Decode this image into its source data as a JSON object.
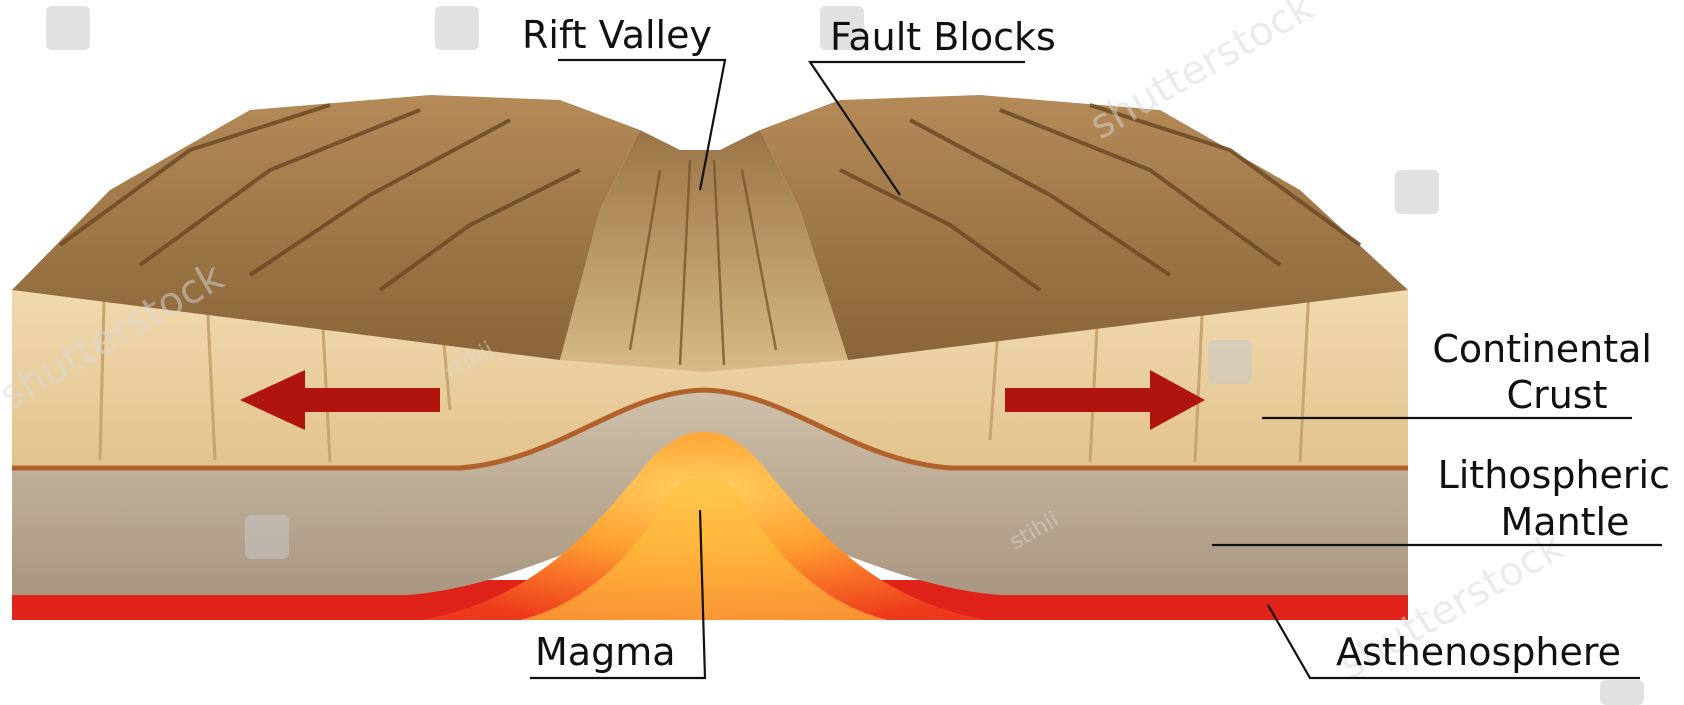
{
  "labels": {
    "rift_valley": "Rift Valley",
    "fault_blocks": "Fault Blocks",
    "continental_crust_line1": "Continental",
    "continental_crust_line2": "Crust",
    "lithospheric_mantle_line1": "Lithospheric",
    "lithospheric_mantle_line2": "Mantle",
    "magma": "Magma",
    "asthenosphere": "Asthenosphere"
  },
  "watermark": {
    "brand": "shutterstock",
    "author": "stihii"
  },
  "colors": {
    "crust_top": "#a67c4e",
    "crust_side": "#e9cfa0",
    "mantle": "#bfae98",
    "asthenosphere": "#e0231a",
    "magma_core": "#ffb030",
    "arrow": "#b0140f"
  }
}
